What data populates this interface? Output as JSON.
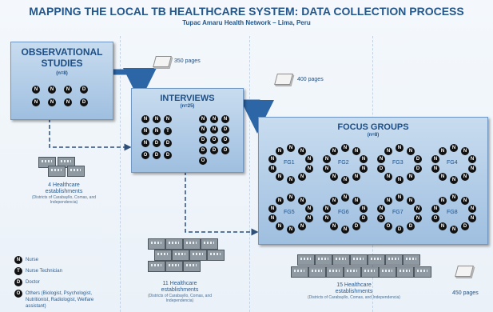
{
  "title": "MAPPING THE LOCAL TB HEALTHCARE SYSTEM: DATA COLLECTION PROCESS",
  "subtitle": "Tupac Amaru Health Network – Lima, Peru",
  "observational": {
    "title_line1": "OBSERVATIONAL",
    "title_line2": "STUDIES",
    "n": "(n=8)",
    "people": [
      "N",
      "N",
      "N",
      "D",
      "N",
      "N",
      "N",
      "D"
    ]
  },
  "interviews": {
    "title": "INTERVIEWS",
    "n": "(n=25)",
    "people_left": [
      "N",
      "N",
      "N",
      "N",
      "N",
      "T",
      "N",
      "D",
      "D",
      "O",
      "D",
      "D"
    ],
    "people_right": [
      "N",
      "N",
      "N",
      "N",
      "N",
      "D",
      "D",
      "O",
      "O",
      "D",
      "D",
      "O",
      "O"
    ]
  },
  "focus_groups": {
    "title": "FOCUS GROUPS",
    "n": "(n=8)",
    "groups": [
      {
        "label": "FG1",
        "people": [
          "N",
          "N",
          "N",
          "N",
          "N",
          "N",
          "N",
          "N",
          "N",
          "N"
        ]
      },
      {
        "label": "FG2",
        "people": [
          "N",
          "N",
          "N",
          "N",
          "N",
          "N",
          "N",
          "N",
          "N",
          "N"
        ]
      },
      {
        "label": "FG3",
        "people": [
          "N",
          "N",
          "D",
          "D",
          "N",
          "N",
          "N",
          "D",
          "N",
          "N"
        ]
      },
      {
        "label": "FG4",
        "people": [
          "N",
          "N",
          "N",
          "N",
          "N",
          "N",
          "N",
          "N",
          "N",
          "N"
        ]
      },
      {
        "label": "FG5",
        "people": [
          "N",
          "N",
          "N",
          "N",
          "N",
          "N",
          "N",
          "N",
          "N",
          "N"
        ]
      },
      {
        "label": "FG6",
        "people": [
          "N",
          "N",
          "N",
          "D",
          "D",
          "N",
          "N",
          "N",
          "N",
          "N"
        ]
      },
      {
        "label": "FG7",
        "people": [
          "N",
          "N",
          "N",
          "N",
          "D",
          "D",
          "O",
          "D",
          "N",
          "N"
        ]
      },
      {
        "label": "FG8",
        "people": [
          "N",
          "N",
          "N",
          "N",
          "D",
          "N",
          "N",
          "O",
          "N",
          "N"
        ]
      }
    ]
  },
  "pages": {
    "p1": "350 pages",
    "p2": "400 pages",
    "p3": "450 pages"
  },
  "establishments": {
    "e1": {
      "title_line1": "4 Healthcare",
      "title_line2": "establishments",
      "districts": "(Districts of Carabayllo, Comas, and Independencia)"
    },
    "e2": {
      "title_line1": "11 Healthcare",
      "title_line2": "establishments",
      "districts": "(Districts of Carabayllo, Comas, and Independencia)"
    },
    "e3": {
      "title_line1": "15 Healthcare",
      "title_line2": "establishments",
      "districts": "(Districts of Carabayllo, Comas, and Independencia)"
    }
  },
  "legend": [
    {
      "glyph": "N",
      "text": "Nurse"
    },
    {
      "glyph": "T",
      "text": "Nurse Technician"
    },
    {
      "glyph": "D",
      "text": "Doctor"
    },
    {
      "glyph": "O",
      "text": "Others (Biologist, Psychologist, Nutritionist, Radiologist, Welfare assistant)"
    }
  ],
  "colors": {
    "box_border": "#6f97c2",
    "arrow_solid": "#2d66a6",
    "arrow_dashed": "#2d4f78",
    "title": "#24578b"
  }
}
